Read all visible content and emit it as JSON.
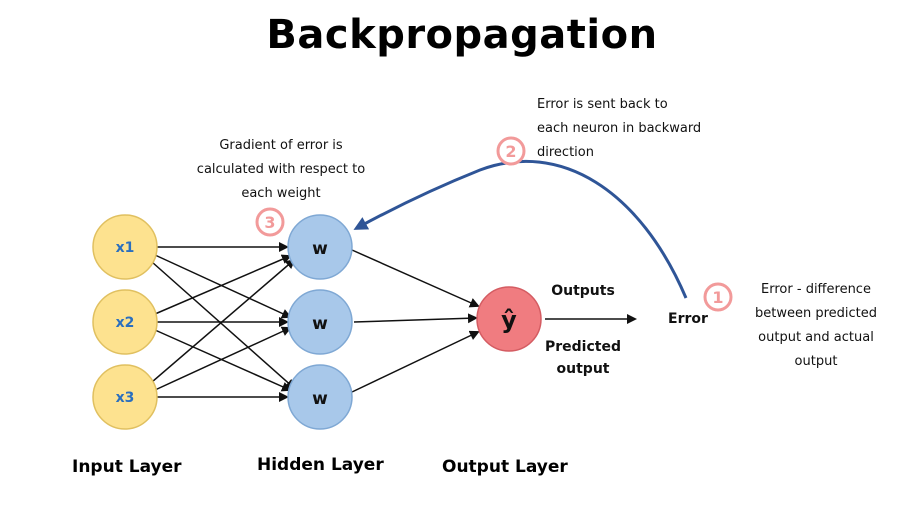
{
  "title": "Backpropagation",
  "nodes": {
    "inputs": [
      "x1",
      "x2",
      "x3"
    ],
    "hidden": [
      "w",
      "w",
      "w"
    ],
    "output": "ŷ"
  },
  "labels": {
    "outputs": "Outputs",
    "predicted_line1": "Predicted",
    "predicted_line2": "output",
    "error": "Error"
  },
  "layers": {
    "input": "Input Layer",
    "hidden": "Hidden Layer",
    "output": "Output Layer"
  },
  "steps": [
    {
      "number": "1",
      "lines": [
        "Error - difference",
        "between predicted",
        "output and actual",
        "output"
      ]
    },
    {
      "number": "2",
      "lines": [
        "Error is sent back to",
        "each neuron in backward",
        "direction"
      ]
    },
    {
      "number": "3",
      "lines": [
        "Gradient of error is",
        "calculated with respect to",
        "each weight"
      ]
    }
  ],
  "colors": {
    "input_fill": "#fde28f",
    "input_stroke": "#e0c060",
    "input_text": "#2a6fbf",
    "hidden_fill": "#a8c8ea",
    "hidden_stroke": "#7fa8d4",
    "output_fill": "#f07c80",
    "output_stroke": "#d45c62",
    "step_badge": "#f29a9a",
    "back_arrow": "#2f5597"
  }
}
